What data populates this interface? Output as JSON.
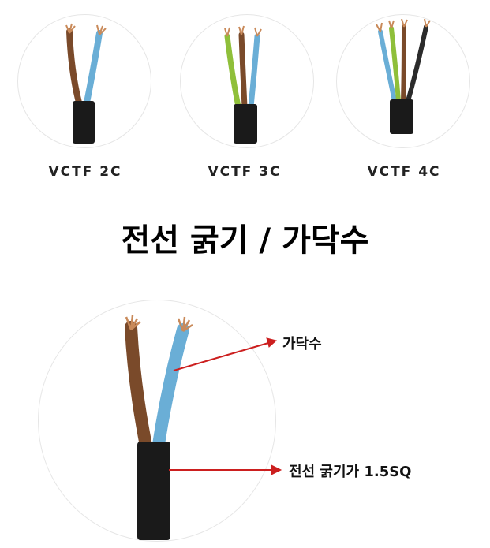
{
  "cables": [
    {
      "label": "VCTF 2C",
      "wires": 2
    },
    {
      "label": "VCTF 3C",
      "wires": 3
    },
    {
      "label": "VCTF 4C",
      "wires": 4
    }
  ],
  "title": "전선 굵기 / 가닥수",
  "annotations": {
    "strands": "가닥수",
    "thickness": "전선 굵기가 1.5SQ"
  },
  "colors": {
    "jacket": "#1a1a1a",
    "brown": "#7a4a2a",
    "blue": "#6aaed6",
    "green_yellow": "#8fbf3a",
    "black_wire": "#2b2b2b",
    "copper": "#c98a5a",
    "arrow": "#cc1f1f"
  }
}
